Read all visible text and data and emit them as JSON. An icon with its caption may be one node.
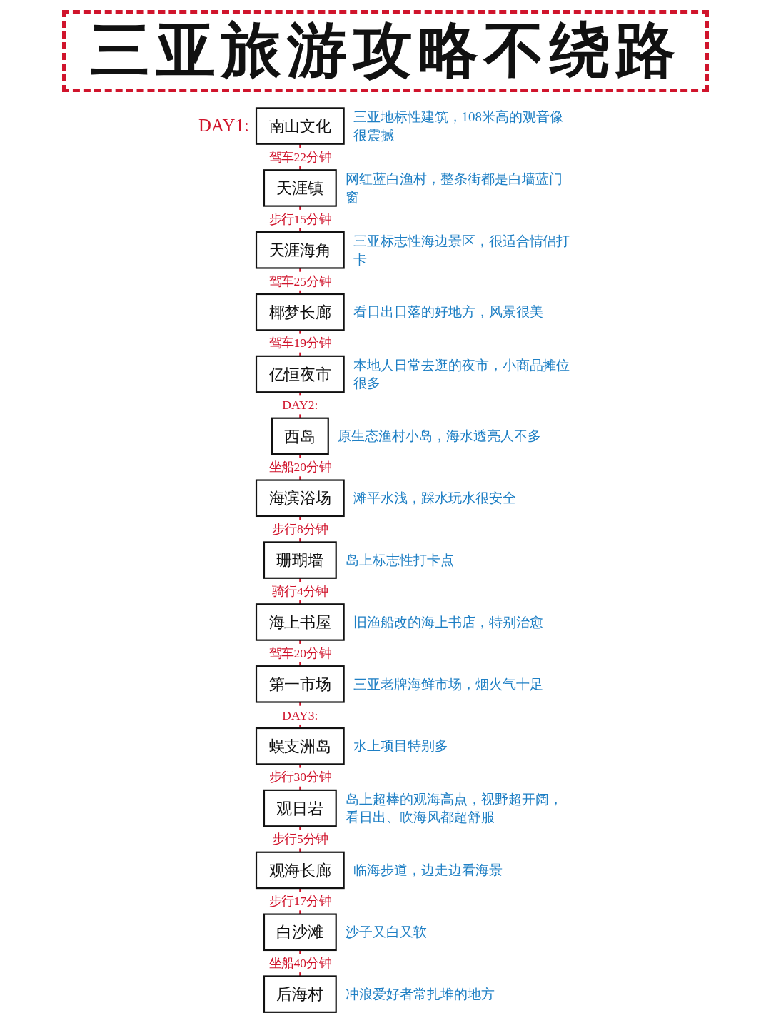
{
  "diagram": {
    "title": "三亚旅游攻略不绕路",
    "nodes": [
      {
        "text": [
          "南山文化"
        ],
        "beside": [
          "DAY1:",
          "三亚地标性建筑，108米高的观音像很震撼"
        ]
      },
      {
        "text": [
          "天涯镇"
        ],
        "beside": [
          "网红蓝白渔村，整条街都是白墙蓝门窗"
        ]
      },
      {
        "text": [
          "天涯海角"
        ],
        "beside": [
          "三亚标志性海边景区，很适合情侣打卡"
        ]
      },
      {
        "text": [
          "椰梦长廊"
        ],
        "beside": [
          "看日出日落的好地方，风景很美"
        ]
      },
      {
        "text": [
          "亿恒夜市"
        ],
        "beside": [
          "本地人日常去逛的夜市，小商品摊位很多"
        ]
      },
      {
        "text": [
          "西岛"
        ],
        "beside": [
          "原生态渔村小岛，海水透亮人不多"
        ]
      },
      {
        "text": [
          "海滨浴场"
        ],
        "beside": [
          "滩平水浅，踩水玩水很安全"
        ]
      },
      {
        "text": [
          "珊瑚墙"
        ],
        "beside": [
          "岛上标志性打卡点"
        ]
      },
      {
        "text": [
          "海上书屋"
        ],
        "beside": [
          "旧渔船改的海上书店，特别治愈"
        ]
      },
      {
        "text": [
          "第一市场"
        ],
        "beside": [
          "三亚老牌海鲜市场，烟火气十足"
        ]
      },
      {
        "text": [
          "蜈支洲岛"
        ],
        "beside": [
          "水上项目特别多"
        ]
      },
      {
        "text": [
          "观日岩"
        ],
        "beside": [
          "岛上超棒的观海高点，视野超开阔，看日出、吹海风都超舒服"
        ]
      },
      {
        "text": [
          "观海长廊"
        ],
        "beside": [
          "临海步道，边走边看海景"
        ]
      },
      {
        "text": [
          "白沙滩"
        ],
        "beside": [
          "沙子又白又软"
        ]
      },
      {
        "text": [
          "后海村"
        ],
        "beside": [
          "冲浪爱好者常扎堆的地方"
        ]
      }
    ],
    "edges": [
      {
        "from": 0,
        "to": 1,
        "arrow": "none",
        "label": "驾车22分钟"
      },
      {
        "from": 1,
        "to": 2,
        "arrow": "none",
        "label": "步行15分钟"
      },
      {
        "from": 2,
        "to": 3,
        "arrow": "none",
        "label": "驾车25分钟"
      },
      {
        "from": 3,
        "to": 4,
        "arrow": "none",
        "label": "驾车19分钟"
      },
      {
        "from": 4,
        "to": 5,
        "arrow": "none",
        "label": "DAY2:"
      },
      {
        "from": 5,
        "to": 6,
        "arrow": "none",
        "label": "坐船20分钟"
      },
      {
        "from": 6,
        "to": 7,
        "arrow": "none",
        "label": "步行8分钟"
      },
      {
        "from": 7,
        "to": 8,
        "arrow": "none",
        "label": "骑行4分钟"
      },
      {
        "from": 8,
        "to": 9,
        "arrow": "none",
        "label": "驾车20分钟"
      },
      {
        "from": 9,
        "to": 10,
        "arrow": "none",
        "label": "DAY3:"
      },
      {
        "from": 10,
        "to": 11,
        "arrow": "none",
        "label": "步行30分钟"
      },
      {
        "from": 11,
        "to": 12,
        "arrow": "none",
        "label": "步行5分钟"
      },
      {
        "from": 12,
        "to": 13,
        "arrow": "none",
        "label": "步行17分钟"
      },
      {
        "from": 13,
        "to": 14,
        "arrow": "none",
        "label": "坐船40分钟"
      }
    ]
  }
}
